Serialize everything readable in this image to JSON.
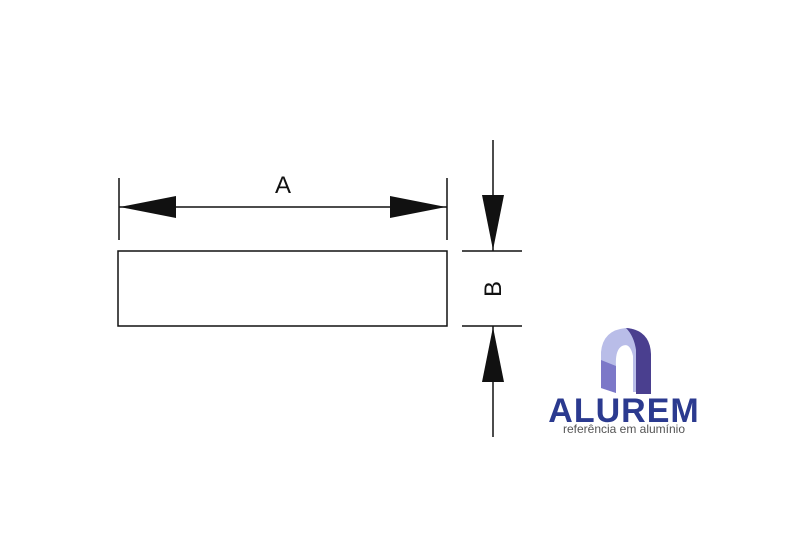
{
  "diagram": {
    "labels": {
      "width": "A",
      "thickness": "B"
    }
  },
  "logo": {
    "name": "ALUREM",
    "tagline": "referência em alumínio",
    "colors": {
      "name": "#2b3a8f",
      "tagline": "#555555",
      "mark_light": "#b9bde8",
      "mark_dark": "#4a3f8f"
    }
  },
  "colors": {
    "line": "#111111",
    "background": "#ffffff"
  }
}
